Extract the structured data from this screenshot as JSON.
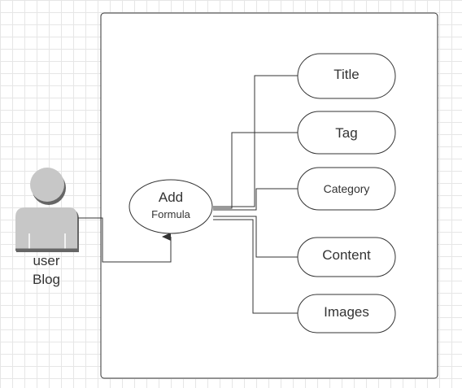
{
  "actor": {
    "label_line1": "user",
    "label_line2": "Blog"
  },
  "use_case": {
    "label_line1": "Add",
    "label_line2": "Formula"
  },
  "fields": [
    {
      "label": "Title"
    },
    {
      "label": "Tag"
    },
    {
      "label": "Category"
    },
    {
      "label": "Content"
    },
    {
      "label": "Images"
    }
  ],
  "colors": {
    "stroke": "#333333",
    "actor_fill": "#c7c7c7",
    "actor_shadow": "#666666",
    "grid": "#e6e6e6"
  }
}
